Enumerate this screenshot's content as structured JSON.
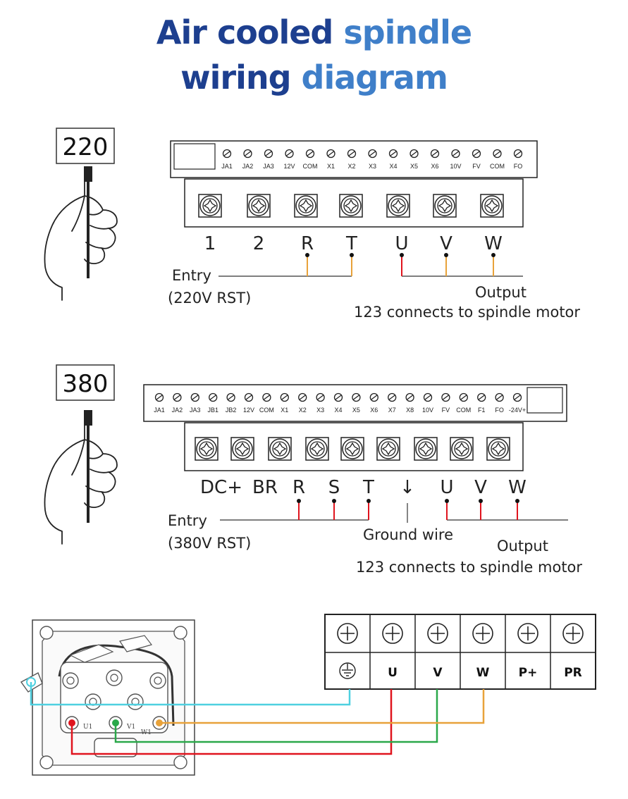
{
  "title": {
    "line1_dark": "Air cooled ",
    "line1_light": "spindle",
    "line2_dark": "wiring ",
    "line2_light": "diagram"
  },
  "section_220": {
    "voltage": "220",
    "control_terminals": [
      "JA1",
      "JA2",
      "JA3",
      "12V",
      "COM",
      "X1",
      "X2",
      "X3",
      "X4",
      "X5",
      "X6",
      "10V",
      "FV",
      "COM",
      "FO"
    ],
    "power_terminals": [
      "1",
      "2",
      "R",
      "T",
      "U",
      "V",
      "W"
    ],
    "entry_label": "Entry",
    "entry_sub": "(220V RST)",
    "output_label": "Output",
    "output_sub": "123 connects to spindle motor"
  },
  "section_380": {
    "voltage": "380",
    "control_terminals": [
      "JA1",
      "JA2",
      "JA3",
      "JB1",
      "JB2",
      "12V",
      "COM",
      "X1",
      "X2",
      "X3",
      "X4",
      "X5",
      "X6",
      "X7",
      "X8",
      "10V",
      "FV",
      "COM",
      "F1",
      "FO",
      "-24V+"
    ],
    "power_terminals": [
      "DC+",
      "BR",
      "R",
      "S",
      "T",
      "↓",
      "U",
      "V",
      "W"
    ],
    "entry_label": "Entry",
    "entry_sub": "(380V RST)",
    "ground_label": "Ground wire",
    "output_label": "Output",
    "output_sub": "123 connects to spindle motor"
  },
  "motor_block": {
    "terminal_labels": [
      "U1",
      "V1",
      "W1"
    ],
    "board_labels": [
      "⏚",
      "U",
      "V",
      "W",
      "P+",
      "PR"
    ]
  },
  "colors": {
    "title_dark": "#1d3f8f",
    "title_light": "#3f7fc9",
    "wire_red": "#e0141e",
    "wire_orange": "#e8a23a",
    "wire_green": "#2aa84a",
    "wire_cyan": "#4fd0e0"
  }
}
